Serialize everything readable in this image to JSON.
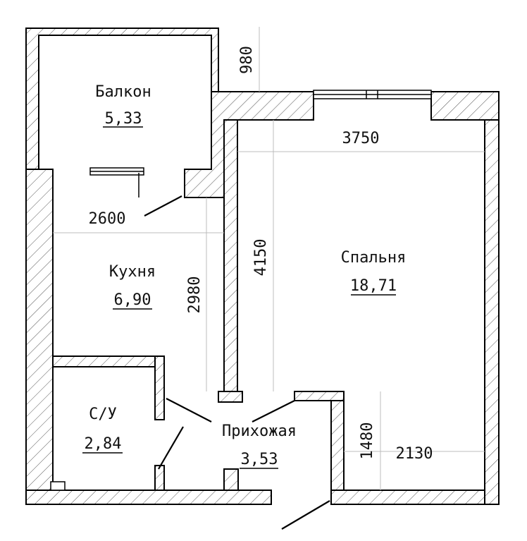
{
  "rooms": {
    "balcony": {
      "name": "Балкон",
      "area": "5,33"
    },
    "kitchen": {
      "name": "Кухня",
      "area": "6,90"
    },
    "bedroom": {
      "name": "Спальня",
      "area": "18,71"
    },
    "bathroom": {
      "name": "С/У",
      "area": "2,84"
    },
    "hall": {
      "name": "Прихожая",
      "area": "3,53"
    }
  },
  "dimensions": {
    "balcony_offset": "980",
    "bedroom_width": "3750",
    "kitchen_width": "2600",
    "bedroom_depth": "4150",
    "kitchen_depth": "2980",
    "hall_depth": "1480",
    "hall_width": "2130"
  }
}
